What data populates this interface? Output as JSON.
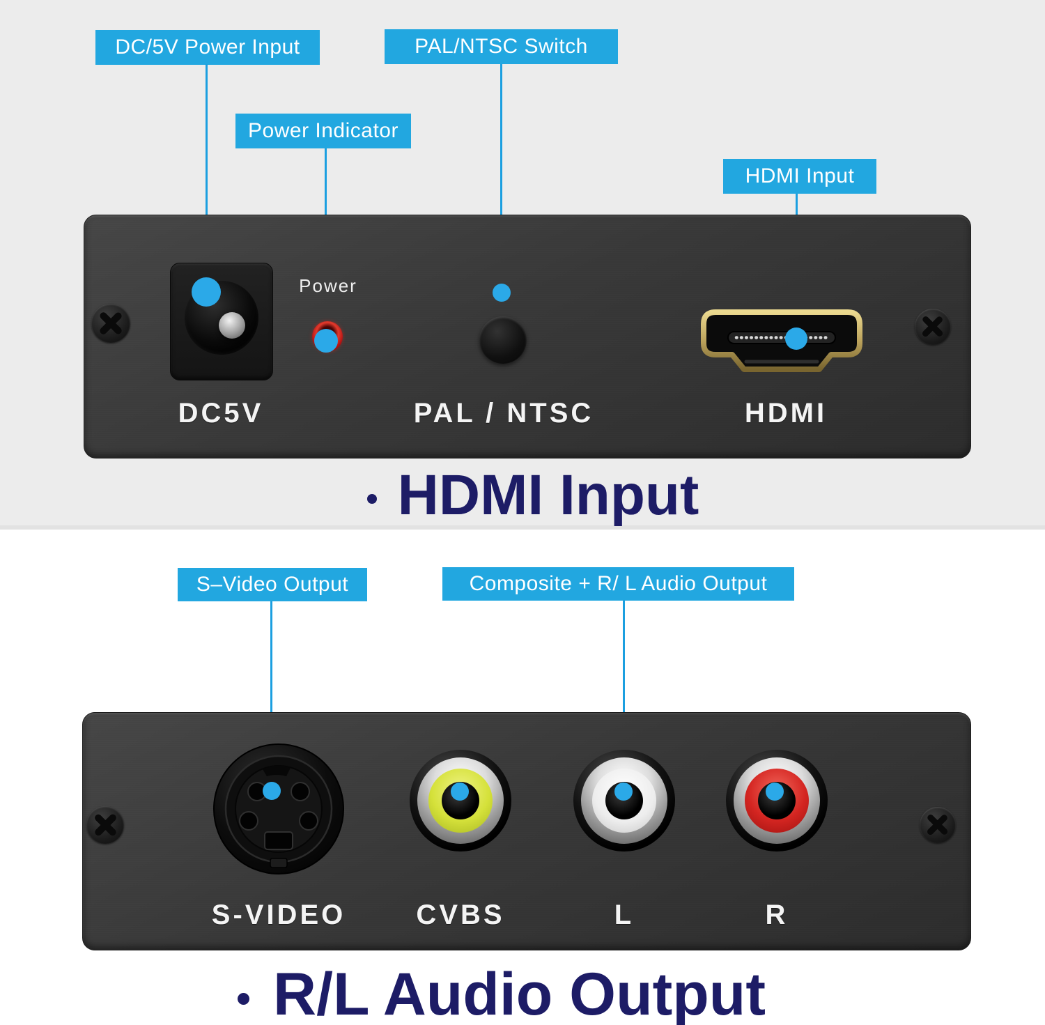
{
  "colors": {
    "accent_cyan": "#22A7E0",
    "callout_line": "#1B9FE0",
    "callout_dot": "#2BA9E8",
    "caption_navy": "#1D1C66",
    "top_background": "#ECECEC",
    "bottom_background": "#FFFFFF",
    "panel_dark": "#383838",
    "led_red": "#D21F1F",
    "rca_yellow": "#D5E13A",
    "rca_white": "#F2F2F2",
    "rca_red": "#D42521",
    "hdmi_gold": "#C9B169"
  },
  "top": {
    "callouts": {
      "dc": {
        "label": "DC/5V Power Input"
      },
      "power": {
        "label": "Power Indicator"
      },
      "pal": {
        "label": "PAL/NTSC Switch"
      },
      "hdmi": {
        "label": "HDMI Input"
      }
    },
    "device": {
      "power_led_label": "Power",
      "dc_port_label": "DC5V",
      "pal_button_label": "PAL / NTSC",
      "hdmi_port_label": "HDMI"
    },
    "caption": "HDMI Input"
  },
  "bottom": {
    "callouts": {
      "svideo": {
        "label": "S–Video Output"
      },
      "composite": {
        "label": "Composite + R/ L Audio Output"
      }
    },
    "device": {
      "svideo_label": "S-VIDEO",
      "cvbs_label": "CVBS",
      "left_label": "L",
      "right_label": "R"
    },
    "caption": "R/L Audio Output"
  }
}
